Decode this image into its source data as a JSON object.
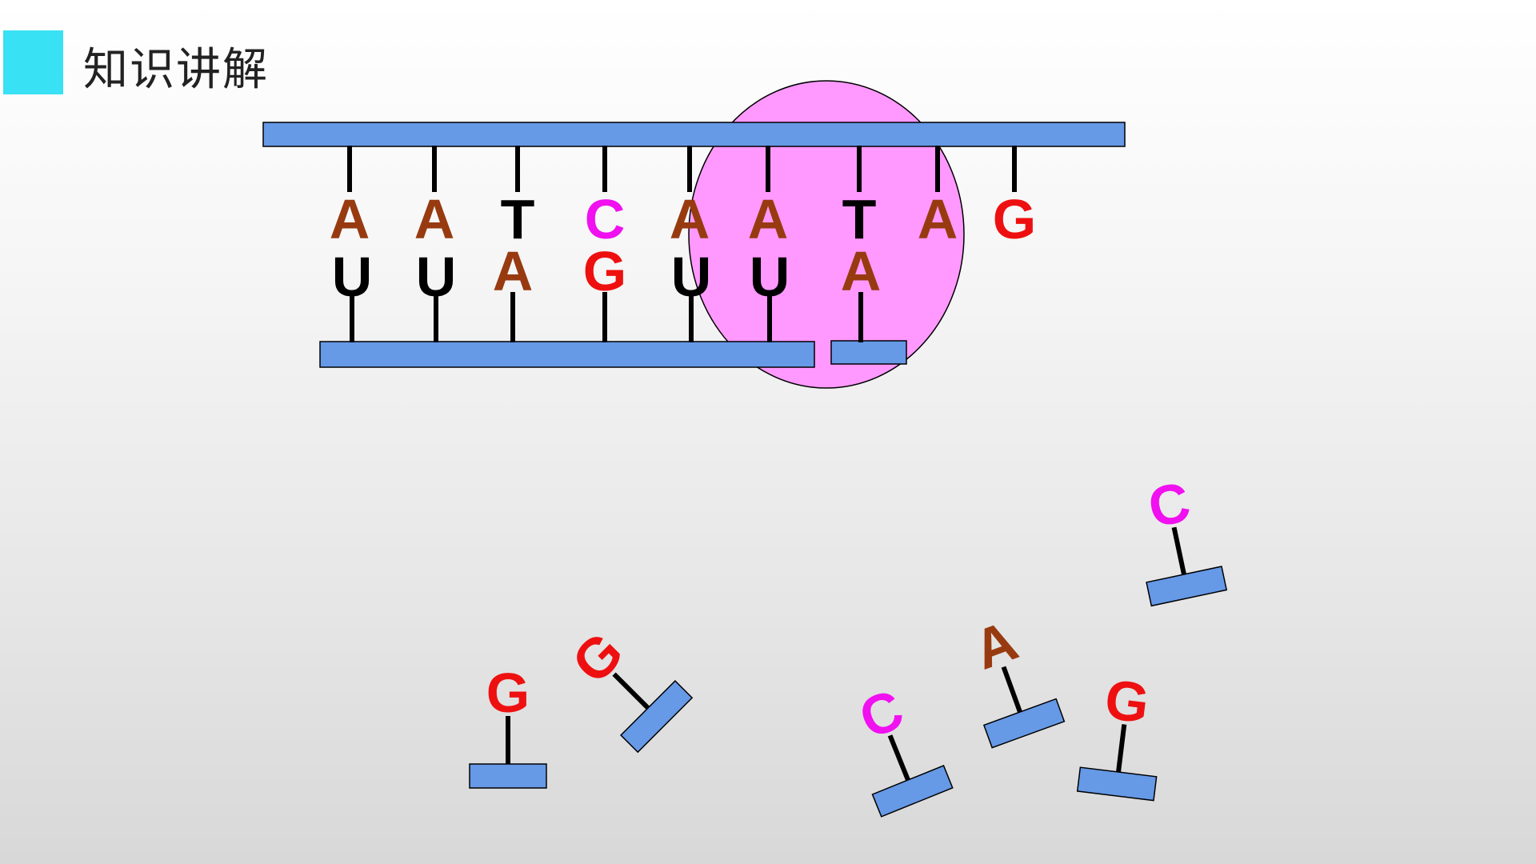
{
  "header": {
    "title": "知识讲解"
  },
  "colors": {
    "A": "#983a10",
    "T": "#000000",
    "U": "#000000",
    "C": "#f010f0",
    "G": "#ee1010",
    "strand": "#6699e6",
    "ribosome": "#ff99ff",
    "accent": "#38e1f3"
  },
  "dna_strand": [
    "A",
    "A",
    "T",
    "C",
    "A",
    "A",
    "T",
    "A",
    "G"
  ],
  "rna_strand": [
    "U",
    "U",
    "A",
    "G",
    "U",
    "U",
    "A"
  ],
  "free_nucleotides": [
    "G",
    "G",
    "C",
    "A",
    "G",
    "C"
  ]
}
